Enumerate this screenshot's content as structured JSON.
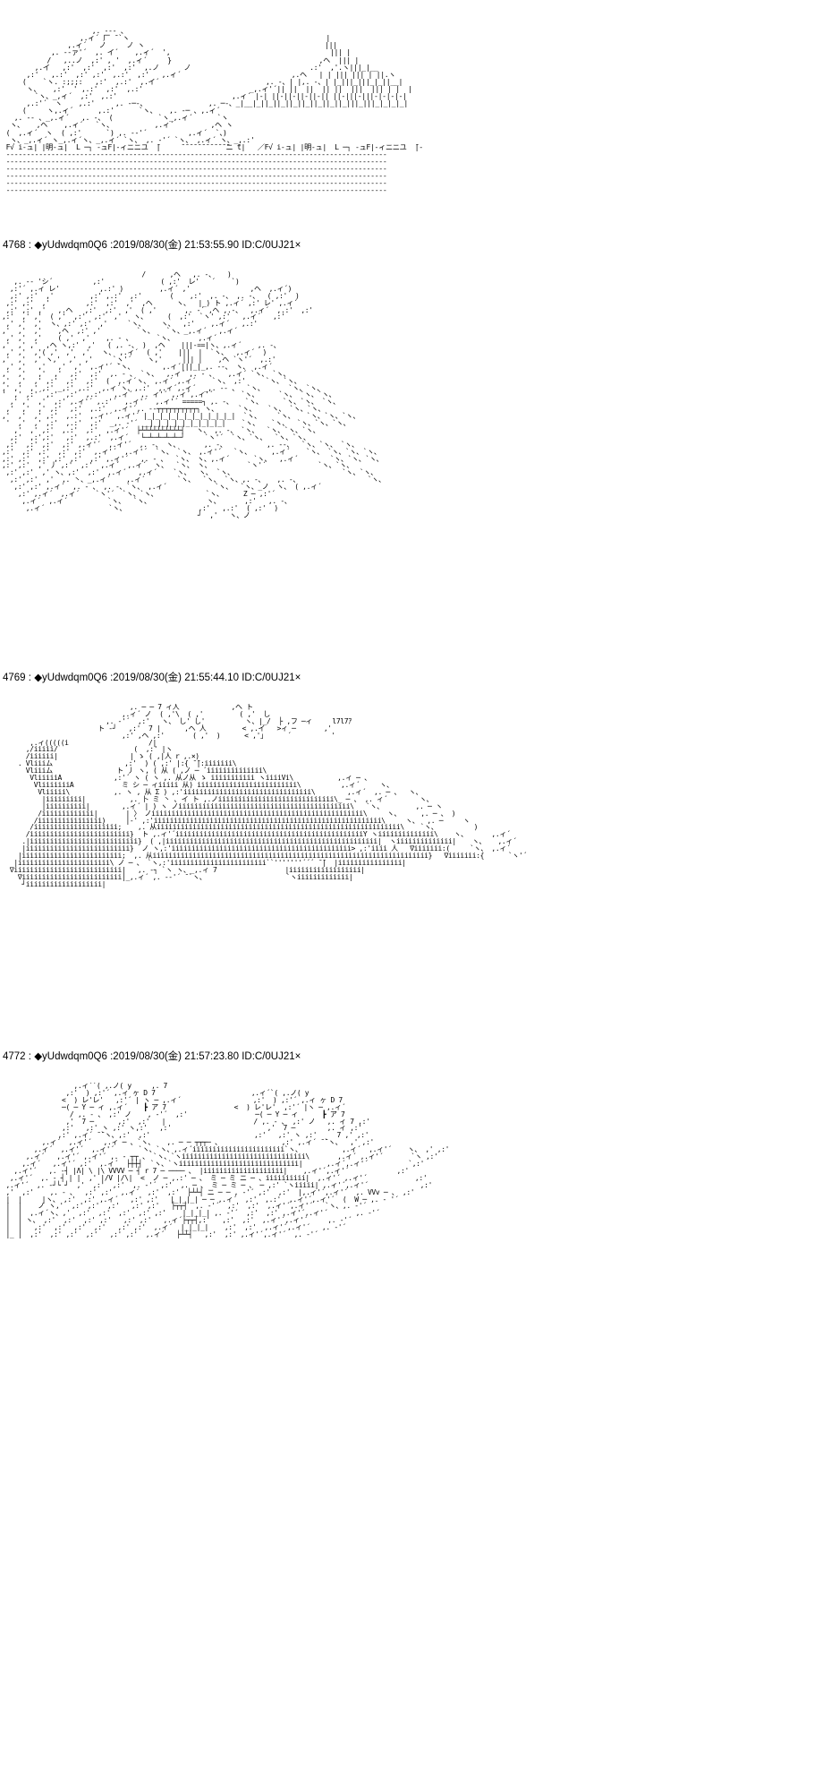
{
  "board": {
    "background_color": "#ffffff",
    "text_color": "#000000"
  },
  "posts": [
    {
      "number": "",
      "header_visible": false,
      "art_name": "castle-clouds-scene",
      "art": "                      ,. -‐- 、                                                                \n                   ,.ィ´ 厂 ̄ `ヽ                                                |              \n                ,.ィ´   ノ     ノ ヽ                                            |||             \n            ,. ‐-ァ'´  ,. イ´    ,.ィ´  ',                                       ||| |            \n           /   ,..ノ  ,:' , '  ,.ィ´     }                                    ,ヘ  ||| |             \n        ,.イ   ,:'  ,:'  ,:'  ,:'  ,.ノ      ノ                             .:'  ,'.ヽ|||_|__           \n      ,:'   ,.:'  ,:' ,:'  ,.:'  ,:'   ,.ィ´                           ,.ヘ   | | ||| ||| | ||.ヽ         \n     (    `ヽ. :;;;:   ,:'  ,.:'  ,.イ´                          ,. -、| |,. -、| |_|||_|||_|_||__|        \n      ヽ、   ,:'  ' ,.:'  ,:'  ,.:'                          _,.ィ'´|| ||  ||  || ||  |||  ||| | |  |       \n        `ヽ、_,ィ´  ,:'  ,.:'                            ,.ィ´ |‐| ||‐||‐||‐||‐|| ||‐|||‐|||‐|‐|‐|‐|      \n      ,.:'´  ヽ    ,.:'     ,. -─-、               ,. ─-、_|__|_||_||_||_||_||_||_||_|||_|||_|_|_|_|     \n     (     ヽ,.ィ´      ,.:'      `ヽ、   ,. -─ 、,.ィ´                                             \n   ,. -‐ 、_,.ィ´   ,. -、 (           `ヽ_,.ィ´      `ヽ                                         \n  ヽ、   ,ヘ    ,.ィ´   `ヽ、          ,.ィ´         ,ヘ ヽ                                      \n (  ,.ィ´  ヽ  ( ,:'      `) ,. -‐'´          ,.ィ´  `、)                                       \n  ヽ、_,.ィ´ ヽ_,.ィ´ヽ、_,.ィ´ `ヽ、 ,. ‐'´ `ヽ、 ,.ィ´ ヽ、_,.:'                                        \n F√ i-ュ| |明-ュ|  L ─┐ -ュF|-ィニニユ  ̄|     ̄ ̄ ̄ ̄ ̄ ̄ ̄ ̄ ̄ ̄ ̄ ̄ニ ̄t|   ／F√ i-ュ| |明-ュ|  L ─┐ -ュF|-ィニニユ  ̄|-\n ---------------------------------------------------------------------------------------------\n ---------------------------------------------------------------------------------------------\n ---------------------------------------------------------------------------------------------\n ---------------------------------------------------------------------------------------------\n ---------------------------------------------------------------------------------------------\n ---------------------------------------------------------------------------------------------"
    },
    {
      "number": "4768",
      "header_visible": true,
      "name": "◆yUdwdqm0Q6",
      "date": "2019/08/30(金)",
      "time": "21:53:55.90",
      "id": "ID:C/0UJ21",
      "id_suffix": "×",
      "art_name": "battle-mecha-scene",
      "art": "                                   /      ,ヘ   ,. -、   )                                      \n   ,. -‐ 'シ´          ,:'              ( ,:'  レ'   ´    `)                                   \n  ,:'´ ,.ィ レ'          ,.:' )         ,.ィ´ ,'               ,ヘ  ,.ィ´)                             \n  ,:' ,:'  ,'         ,:' ,.:'  ,:'       (    ,:'  ,. ‐、 ,. ‐、  ( ,:'  )                              \n ,:' ,:'  ,'         ,:'  ,:'  ,'  ,ヘ      ヽ、  |_) ト ,.ィ´ ,:' レ' ,.ィ´                                \n ,:' ,:' ,'   ,.ヘ   ,:'  ,:'  ,'  ( ,'       ,. -´ ,ヘ ,.-、  ,.ィ´  ,.:'  ,:'                                \n,:'  ,' ,'  ( ,'  ,:'  ,:'  ,'   ヽ、     (  ,:'  `ヽ' ,:'   ,.ィ´   ,:'                                 \n ,' ,'  ,'  ヽ、,:' ,:'  ,'     `ヽ、    ヽ、  ,:'    ,.ィ´   ,.:'                                      \n,'  ,'  ,'    ,ヘ  ,:' ,'         `ヽ、   `ヽ、_,.ィ´   ,.ィ´                                         \n ,' ,'  ,'    ( ,'  ,'    ,. ‐ 、      `ヽ、      ,.ィ´                                             \n,'  ,' ,'  ,ヘ ヽ,:'  ,'   ( ,. ‐、 )  ,ヘ    |||‐==|ヽ、,.ィ´    ,. ‐、                                   \n ,' ,'  ,'( ,'  ,'  ,'   ヽ、 ,.ィ´  ( ,'    |||  |  `ヽ、  ,.ィ´  )                                   \n,'  ,'  ,' ヽ,'  ,'  ,'     `ヽ'´    ヽ,'     ||| |    ,ヘ `ヽ'´  ,.:'                                  \n ,' ,'   ,'   ,'  ,'  ,.ィ'´ ̄`ヽ、       ,.ィ´|||_|_,. ‐‐、 ヽ、 ,.ィ´                                     \n,'  ,'   ,'  ,'  ,:'  ,:'  ,. ‐ 、 `ヽ、  ,.ィ´ ,. ‐ 、   ,.ィ´ `ヽ、 `ヽ、                                  \n,'  ,'  ,' ,:'  ,:'  ,:'  (  ,.ィ´ヽ、 ,.ィ´ ,.ィ´    `ヽ、 ,:'     `ヽ、`ヽ、                                \n,' ,'  ,' ,:' _,:' ,.:'  ,.ィ´ヽ、,.:'  ,.ィ´,.ィ´  _,. -‐ 、  `ヽ、      `ヽ、`ヽ、                             \n'  ,' ,:'´ ,:'  ,:'  ,.:'   ,.ィ´  ,. ィ'´ ,.ィ´,.ィ'´       `ヽ、     `ヽ、 `ヽ、`ヽ、                           \n  ,' ,'  ,'  ,:' ,.ィ'´ ,.:'´  ,.ィ'´  ,.ィ'´ =====┐ ,. ‐、   `ヽ、     `ヽ、`ヽ、 `ヽ、                         \n ,'  ,'  ,' ,:'  ,:'  ,.:'  ,.ィ'´,. ‐‐┬┬┬┬┬┬┬┬┬┬┐ ヽ、     `ヽ、   `ヽ、 `ヽ、`ヽ、                        \n,'  ,'  ,' ,:'  ,.:'  ,.ィ'´ ,.ィ'´ |_|_|_|_|_|_|_|_|_|_|_|  `ヽ、    `ヽ、   `ヽ、`ヽ、`ヽ、                       \n '  ,'  ,' ,:'  ,.:'  ,:'  _,. ‐'´ __|_|_|_|_|_|_|_|_|_|    `ヽ、   `ヽ、  `ヽ、`ヽ、`ヽ、                      \n   ,'  ,' ,:'  ,.:'  ,:'  ,.ィ'´  ├┴┴┴┴┴┴┴┴┴┴┤   ヽ、 ,. ‐、 `ヽ、  `ヽ、`ヽ、`ヽ、                     \n  ,:'  ,:',:'   ,:'  ,.:'  ,.ィ´   └─┴─┴─┴─┴─┘     `ヽ'´  `ヽ、`ヽ、  `ヽ、`ヽ、                    \n ,:'  ,:' ,:'  ,:' ,.ィ'´  ,.ィ'´  ,. ‐、 ヽ、      ,. ‐、          ,. ‐‐、  `ヽ、`ヽ、 `ヽ、                    \n,:'  ,:' ,:'  ,:' ,:'  ,.ィ'´  ,.ィ'´  `ヽ、 `ヽ、 ,.ィ'´   `ヽ、     ,.ィ´    `ヽ、 `ヽ、`ヽ、`ヽ、                  \n,:' ,:'  ,:' ,:' ,:'  ,:' ,.ィ'´   ,. ‐ 、  `ヽ、 ヽ、,.ィ´      `ヽ、  ,.ィ´        `ヽ、`ヽ、`ヽ、                 \n,:' ,:'  ,' 丿 ,:'  ,:'  ,.ィ´  ,.ィ´  ヽ、  `ヽ、 ヽ、         `ヽ'´             `ヽ、`ヽ、                \n ,:' ,:'  ,' ヽ、,:'  ,:'  ,.ィ´   ,.ィ´    `ヽ、  ヽ、 `ヽ、                           `ヽ、`ヽ、              \n  ,:' ,:'  ,'  ,. 丶、_,.ィ´    ,.ィ´        `ヽ、  `ヽ、 `ヽ、,. -、   ,. ‐、                 `ヽ、            \n   ,:' ,:' ,.ィ´  ,. ‐ 、 ,. ‐、`ヽ、 ,.ィ´            `ヽ、  `ヽ、_ノ  ヽ、 ( ,.ィ´                           \n    ,:' ,.ィ´  ,.ィ´    `ヽ'´  `ヽ、`ヽ、            `ヽ、     Z ─ ,:'´                                \n     ,.ィ´  ,.ィ´          `ヽ、  `ヽ、              ヽ、      ,:'   ,. ‐、                             \n      ,.ィ´                `ヽ、                  ,:'   ,.:'  ( ,:'  )                           \n                                                 ┘  ,'   ヽ、ノ                            "
    },
    {
      "number": "4769",
      "header_visible": true,
      "name": "◆yUdwdqm0Q6",
      "date": "2019/08/30(金)",
      "time": "21:55:44.10",
      "id": "ID:C/0UJ21",
      "id_suffix": "×",
      "art_name": "seated-figure-landscape-scene",
      "art": "                                ,. ─ ─ 7 ィ人             ,ヘ ト                                \n                              ,.ィ´ ノ  ( ,'\\  ( ,'         ( ,'  し                             \n                          ,. ‐'´  ,:'   ヽ、 し' し'          ヽ、|_/  ├ ,フ ─ィ     l7l7ｱ        \n                        ト ‐┘   ,:'  7 |      ,ヘ 人         < ,.イ   >ィ ─       ,'           \n                              ,:' ,ヘ ,:'       ( ,'  )      < ,'」     ´          '            \n       ,.ィ(((((i                    /|                                                        \n      ,/iiiii/                   (  ,:' |ヽ                                                     \n      /iiiiii|                  | ゝ ( ,|人 r ,.×)                                               \n    . Vliiiム                  ,:'  ) ( ,:' |:{ ̄ ̄|:iiiiiii\\                                        \n      Vliiiム                ト 丿 ヽ, ( 从 ( ,ノ ─ ´iiiiiiiiiiiiii\\                                  \n       VliiiiiA             ,:'´ ヽ ( ヽ ,. 从ノ从 ゝ iiiiiiiiiii ヽiiiiVi\\           ,.ィ ─ 、              \n        VliiiiiiiA            ミ シ ─ ィiiiii 从) iiiiiiiiiiiiiiiiiiiiiiiii\\          ,.ィ´     ヽ、           \n         Vliiiii\\           ,. ヽ , 从 Σ ) ,:'iiiiiiiiiiiiiiiiiiiiiiiiiiiiiiii\\        ,.ィ´  ,. ─ 、  ヽ、        \n          |iiiiiiiii|           ,. 卜 ミ 丶 ､ イ ト ,.ノiiiiiiiiiiiiiiiiiiiiiiiiiiiii\\_ ─ 、 ,. ィ´        ヽ、      \n          |iiiiiiiiii|        ,.ィ´ | ) ヽ ノiiiiiiiiiiiiiiiiiiiiiiiiiiiiiiiiiiiiiiiiiii\\   `ヽ、        ,. ─ ヽ     \n         /iiiiiiiiiiiii|       | 〉 ノiiiiiiiiiiiiiiiiiiiiiiiiiiiiiiiiiiiiiiiiiiiiiiiiiiiii\\     ヽ、     ,. ─ 、 )   \n        /iiiiiiiiiiiiiiii)     |‐' ,:'iiiiiiiiiiiiiiiiiiiiiiiiiiiiiiiiiiiiiiiiiiiiiiiiiiiiiiiii\\     ヽ、  ,. ─     ヽ  \n       /iiiiiiiiiiiiiiiiiiiii;    ,. 从iiiiiiiiiiiiiiiiiiiiiiiiiiiiiiiiiiiiiiiiiiiiiiiiiiiiiiiiiiiii\\    `ヽ、         )  \n      /iiiiiiiiiiiiiiiiiiiiiiiii}  ト ,.ィ'´iiiiiiiiiiiiiiiiiiiiiiiiiiiiiiiiiiiiiiiiiiiiiiiY ヽiiiiiiiiiiiiii\\    ヽ、      ,.ィ´  \n     .|iiiiiiiiiiiiiiiiiiiiiiiiiii}  ( ,|iiiiiiiiiiiiiiiiiiiiiiiiiiiiiiiiiiiiiiiiiiiiiiiiiiiii|  ヽiiiiiiiiiiiiii|    ヽ、   ,.ィ´    \n     |iiiiiiiiiiiiiiiiiiiiiiiiii}  ノ ヽ,:'iiiiiiiiiiiiiiiiiiiiiiiiiiiiiiiiiiiiiiiiiiiii> ,:'iiii 人   ∇iiiiiii:(     `ヽ、 ,.ィ´      \n    |iiiiiiiiiiiiiiiiiiiiiiiii;  ,. 从iiiiiiiiiiiiiiiiiiiiiiiiiiiiiiiiiiiiiiiiiiiiiiiiiiiiiiiiiiiiiiiiiiiii}   ∇iiiiiii:{      `ヽ'´        \n   |iiiiiiiiiiiiiiiiiiiiiii\\ ノ ─ 、 `ヽ,:'iiiiiiiiiiiiiiiiiiiiiiii``'''''''´´´ ̄ ̄|  |iiiiiiiiiiiiiiii|                     \n  ∇iiiiiiiiiiiiiiiiiiiiiiiiiii|   ,. ‐┐ `ヽ ヽ、_,.ィ 7                 |iiiiiiiiiiiiiiiiii|                    \n    ∇iiiiiiiiiiiiiiiiiiiiiiiii|_,.ィ´ ,. ‐‐'´ ̄ `ヽ、                    `ヽiiiiiiiiiiiii|                     \n     ┘iiiiiiiiiiiiiiiiiii|                                                               "
    },
    {
      "number": "4772",
      "header_visible": true,
      "name": "◆yUdwdqm0Q6",
      "date": "2019/08/30(金)",
      "time": "21:57:23.80",
      "id": "ID:C/0UJ21",
      "id_suffix": "×",
      "art_name": "twin-characters-scene",
      "art": "                  ,.ィ´`( ,.ノ( y     ,. 7                                                       \n                ,:'  ) ,:'´ ,.ィ ヶ D 7                        ,.ィ´`( ,.ノ( y                       \n               <  ) レ'レ'   ,:'´ | ヽ ─ ,.ィ´                  ,:'  ) ,:'´ ,.ィ ヶ D 7               \n               ─( ─ Y ─ ィ ,.ィ´    ┣ ア 7                 <  ) レ'レ'  ,:'´ |ヽ ─ ,.ィ´             \n                 / ,. ‐ 、 ,:' ノ    , ‐'´  ,:'                 ─( ─ Y ─ ィ      ┣ ア 7           \n                ,'  7 ─      ,:'  ,:'   |                      / ,. ‐ 、 ,:' ノ   ,. ィ 7 ,:'          \n               ,:'   ,:' ヽ ,:' ヽ,:'   ,:'                        ,'  7 ─        ,. ィ ,:'            \n              ,:' ,.ィ´ ̄ ̄`ヽ、,:'  ,:'                          ,:'   ,:' ヽ ,:'     7 ,' ,:'           \n          ,.ィ´  ,.ィ'´   ,.ィ ─ 、`ヽ、   ,. ─ ─ ┬┬┬─ 、               ,:' ,.ィ´ ̄ ̄`ヽ、  ,' ,:'           \n        ,.ィ´  ,.ィ'´  ,.ィ'´      `ヽ、`ヽ、,.ィ´iiiiiiiiiiiiiiiiiiiiiii`ヽ、          ,.ィ´  ,.ィ'´    ヽ、 ,' ,:'            \n      ,.ィ´   ,.ィ'´ ,.ィ'´ ,. ‐ ┬┬ 、 `ヽ、`ヽiiiiiiiiiiiiiiiiiiiiiiiiiiiiiii\\       ,.ィ´ ,.ィ'´       `ヽ ,:'             \n     ,.ィ´   ,.ィ'´ ,:'  ,.ィ´  ├┼┼┤  `ヽ、`ヽiiiiiiiiiiiiiiiiiiiiiiiiiiiiii|      ,.ィ´,.ィ'´          `,:'              \n   ,.ィ'´   ,. ‐┤ |Λ| \\ |\\ VVVV ─ ┤ r 7 ─ ──── 、 |iiiiiiiiiiiiiiiiiiii|    ,.ィ'´,.ィ'´            ,:'              \n  ,.ィ'´  ,. ‐ ┤ | |  ,' |/V |/\\|  <  ノ ─ ,.:' ─ 、 ミ ─ ミ ニ ─ 、iiiiiiiiii|  ,.ィ'´ ,.ィ'´            ,:'               \n ,.ィ'´  ,. ‐┘└ ┘  ,'  ,:'  ,:'  ,. ‐'´ ,:'  ,. ─ 、 ミ ─ ミ ─ 、 ─ ,:' `ヽiiiii| ,.ィ'´,.ィ'´             ,:'                \n ,'  ,:'    ,. ‐ 、  ,:' ,:'  ,.ィ´  ,:'  ,:'  ├┴┴┤ ニ ─ ─ , ‐'´ ,:'  ,:'  |,.ィ'´,.ィ'´  ,. VVv ─ 、 ,:'                 \n |  |     |ヽ、 ,:'  ,:' ,.ィ´   ,:' ,:'   |_|_|_| ─ ─ ,.ィ´  ,:'  ,.:'  ,.ィ'´,.ィ'´  (  W ─ ,. ‐ '´                   \n |  |    ノ ヽ,'  ,:' ,:'  ,:'   ,:' ,:'   ├┬┬┤  ,. ‐'´  ,:'  ,:'  ,.ィ'´,.ィ'´   `ヽ、,. ‐'´                      \n |  |  ,.ィ´ヽ、,'  ,:'  ,:'  ,:'  ,:' ,:'    |_|_|_| ,. ‐'´  ,:'  ,:' ,.ィ'´,.ィ'´       ,. ‐'´                        \n |  | ヽ、 ,:'  ,:'  ,:' ,:'   ,:' ,:'   ,.ィ´├┬┬┤,:'   ,:'  ,:'  ,.ィ'´,.ィ'´     ,. ‐'´                           \n |  |   ,:'  ,:'  ,:'  ,:'   ,:' ,:'  ,.ィ´  |_|_|_|    ,:'  ,:'  ,.ィ'´,.ィ'´   ,. ‐'´                              \n |_ |  ,:'  ,:' ,:'  ,:'   ,:' ,:'  ,.ィ´   ├┴┴┤   ,:'  ,:' ,.ィ'´,.ィ'´  ,. ‐'´                                 "
    }
  ]
}
